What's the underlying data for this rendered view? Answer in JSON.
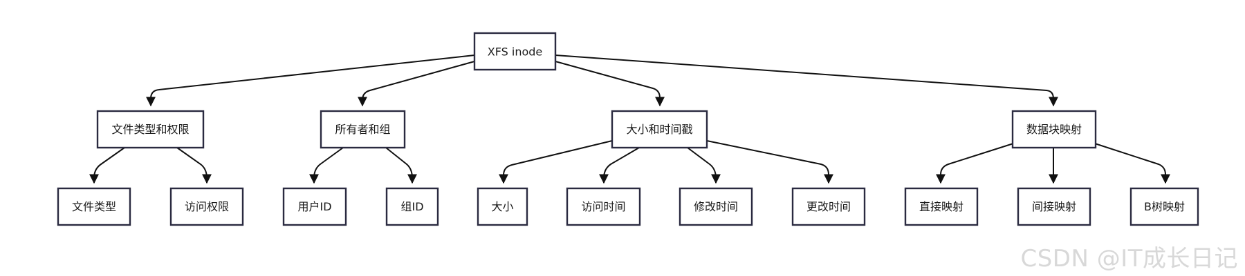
{
  "nodes": {
    "root": "XFS inode",
    "file_type_and_perms": "文件类型和权限",
    "owner_and_group": "所有者和组",
    "size_and_timestamps": "大小和时间戳",
    "block_mapping": "数据块映射",
    "file_type": "文件类型",
    "access_perms": "访问权限",
    "user_id": "用户ID",
    "group_id": "组ID",
    "size": "大小",
    "access_time": "访问时间",
    "modify_time": "修改时间",
    "change_time": "更改时间",
    "direct_mapping": "直接映射",
    "indirect_mapping": "间接映射",
    "btree_mapping": "B树映射"
  },
  "watermark": "CSDN @IT成长日记"
}
